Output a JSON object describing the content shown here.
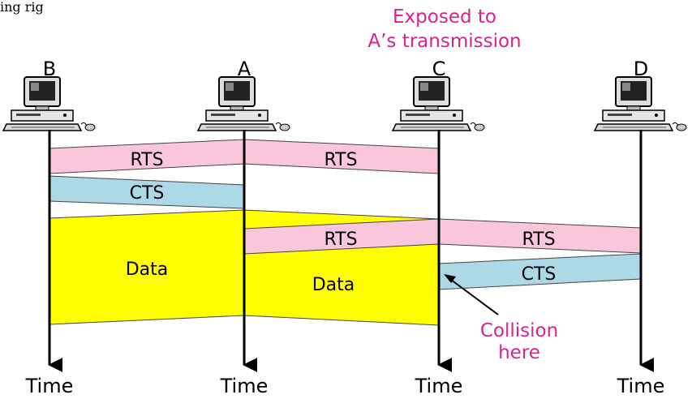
{
  "corner_text": "ing rig",
  "exposed_note": {
    "line1": "Exposed to",
    "line2": "A’s transmission"
  },
  "stations": [
    {
      "id": "B",
      "label": "B"
    },
    {
      "id": "A",
      "label": "A"
    },
    {
      "id": "C",
      "label": "C"
    },
    {
      "id": "D",
      "label": "D"
    }
  ],
  "time_labels": [
    "Time",
    "Time",
    "Time",
    "Time"
  ],
  "frames": {
    "rts_a_to_b": "RTS",
    "rts_a_to_c": "RTS",
    "cts_b_to_a": "CTS",
    "data_a_to_b": "Data",
    "data_a_to_c": "Data",
    "rts_c_to_a": "RTS",
    "rts_c_to_d": "RTS",
    "cts_d_to_c": "CTS"
  },
  "collision_note": {
    "line1": "Collision",
    "line2": "here"
  },
  "colors": {
    "rts": "#f9c6dc",
    "cts": "#add8e6",
    "data": "#ffff00",
    "accent": "#d6248c",
    "line": "#000000"
  }
}
